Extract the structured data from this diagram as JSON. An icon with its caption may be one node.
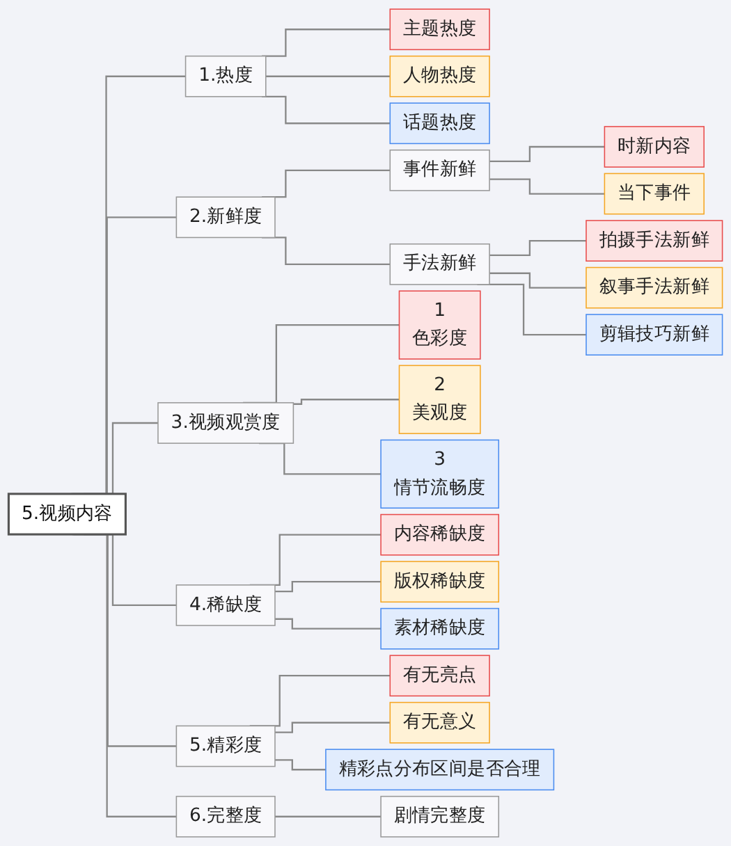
{
  "diagram": {
    "nodes": [
      {
        "text": [
          "5.视频内容"
        ]
      },
      {
        "text": [
          "1.热度"
        ]
      },
      {
        "text": [
          "主题热度"
        ]
      },
      {
        "text": [
          "人物热度"
        ]
      },
      {
        "text": [
          "话题热度"
        ]
      },
      {
        "text": [
          "2.新鲜度"
        ]
      },
      {
        "text": [
          "事件新鲜"
        ]
      },
      {
        "text": [
          "时新内容"
        ]
      },
      {
        "text": [
          "当下事件"
        ]
      },
      {
        "text": [
          "手法新鲜"
        ]
      },
      {
        "text": [
          "拍摄手法新鲜"
        ]
      },
      {
        "text": [
          "叙事手法新鲜"
        ]
      },
      {
        "text": [
          "剪辑技巧新鲜"
        ]
      },
      {
        "text": [
          "3.视频观赏度"
        ]
      },
      {
        "text": [
          "1",
          "色彩度"
        ]
      },
      {
        "text": [
          "2",
          "美观度"
        ]
      },
      {
        "text": [
          "3",
          "情节流畅度"
        ]
      },
      {
        "text": [
          "4.稀缺度"
        ]
      },
      {
        "text": [
          "内容稀缺度"
        ]
      },
      {
        "text": [
          "版权稀缺度"
        ]
      },
      {
        "text": [
          "素材稀缺度"
        ]
      },
      {
        "text": [
          "5.精彩度"
        ]
      },
      {
        "text": [
          "有无亮点"
        ]
      },
      {
        "text": [
          "有无意义"
        ]
      },
      {
        "text": [
          "精彩点分布区间是否合理"
        ]
      },
      {
        "text": [
          "6.完整度"
        ]
      },
      {
        "text": [
          "剧情完整度"
        ]
      }
    ],
    "edges": [
      {
        "from": 0,
        "to": 1,
        "arrow": "none"
      },
      {
        "from": 1,
        "to": 2,
        "arrow": "none"
      },
      {
        "from": 1,
        "to": 3,
        "arrow": "none"
      },
      {
        "from": 1,
        "to": 4,
        "arrow": "none"
      },
      {
        "from": 0,
        "to": 5,
        "arrow": "none"
      },
      {
        "from": 5,
        "to": 6,
        "arrow": "none"
      },
      {
        "from": 6,
        "to": 7,
        "arrow": "none"
      },
      {
        "from": 6,
        "to": 8,
        "arrow": "none"
      },
      {
        "from": 5,
        "to": 9,
        "arrow": "none"
      },
      {
        "from": 9,
        "to": 10,
        "arrow": "none"
      },
      {
        "from": 9,
        "to": 11,
        "arrow": "none"
      },
      {
        "from": 9,
        "to": 12,
        "arrow": "none"
      },
      {
        "from": 0,
        "to": 13,
        "arrow": "none"
      },
      {
        "from": 13,
        "to": 14,
        "arrow": "none"
      },
      {
        "from": 13,
        "to": 15,
        "arrow": "none"
      },
      {
        "from": 13,
        "to": 16,
        "arrow": "none"
      },
      {
        "from": 0,
        "to": 17,
        "arrow": "none"
      },
      {
        "from": 17,
        "to": 18,
        "arrow": "none"
      },
      {
        "from": 17,
        "to": 19,
        "arrow": "none"
      },
      {
        "from": 17,
        "to": 20,
        "arrow": "none"
      },
      {
        "from": 0,
        "to": 21,
        "arrow": "none"
      },
      {
        "from": 21,
        "to": 22,
        "arrow": "none"
      },
      {
        "from": 21,
        "to": 23,
        "arrow": "none"
      },
      {
        "from": 21,
        "to": 24,
        "arrow": "none"
      },
      {
        "from": 0,
        "to": 25,
        "arrow": "none"
      },
      {
        "from": 25,
        "to": 26,
        "arrow": "none"
      }
    ]
  }
}
